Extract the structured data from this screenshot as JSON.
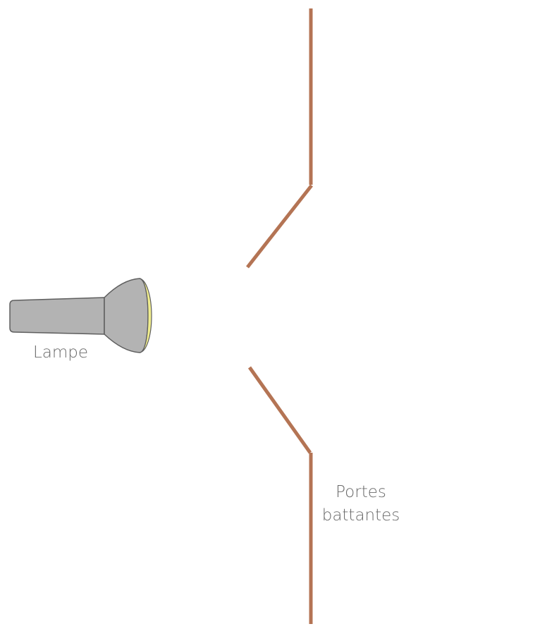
{
  "labels": {
    "lamp": "Lampe",
    "doors_line1": "Portes",
    "doors_line2": "battantes"
  },
  "colors": {
    "door": "#b47454",
    "lamp_body": "#b3b3b3",
    "lamp_outline": "#5e5e5e",
    "lamp_lens": "#f1ee8e",
    "label_text": "#6a6a6a",
    "background": "#ffffff"
  }
}
